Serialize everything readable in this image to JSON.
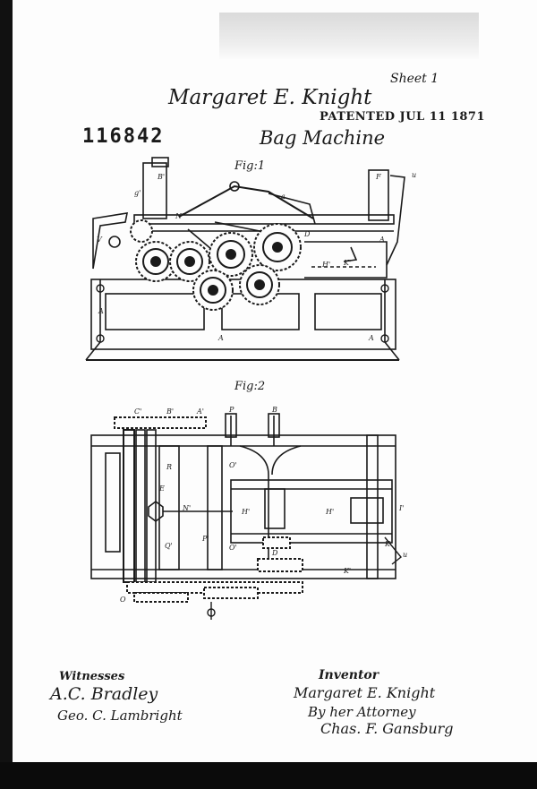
{
  "header": {
    "sheet": "Sheet 1",
    "inventor_name": "Margaret E. Knight",
    "patented": "PATENTED JUL 11 1871",
    "patent_number": "116842",
    "title": "Bag Machine"
  },
  "figures": {
    "fig1_label": "Fig:1",
    "fig2_label": "Fig:2"
  },
  "footer": {
    "witnesses_heading": "Witnesses",
    "witness_1": "A.C. Bradley",
    "witness_2": "Geo. C. Lambright",
    "inventor_heading": "Inventor",
    "inventor_signature": "Margaret E. Knight",
    "by_attorney": "By her Attorney",
    "attorney_name": "Chas. F. Gansburg"
  },
  "colors": {
    "ink": "#1a1a1a",
    "paper": "#fdfdfd",
    "border": "#0b0b0b"
  }
}
